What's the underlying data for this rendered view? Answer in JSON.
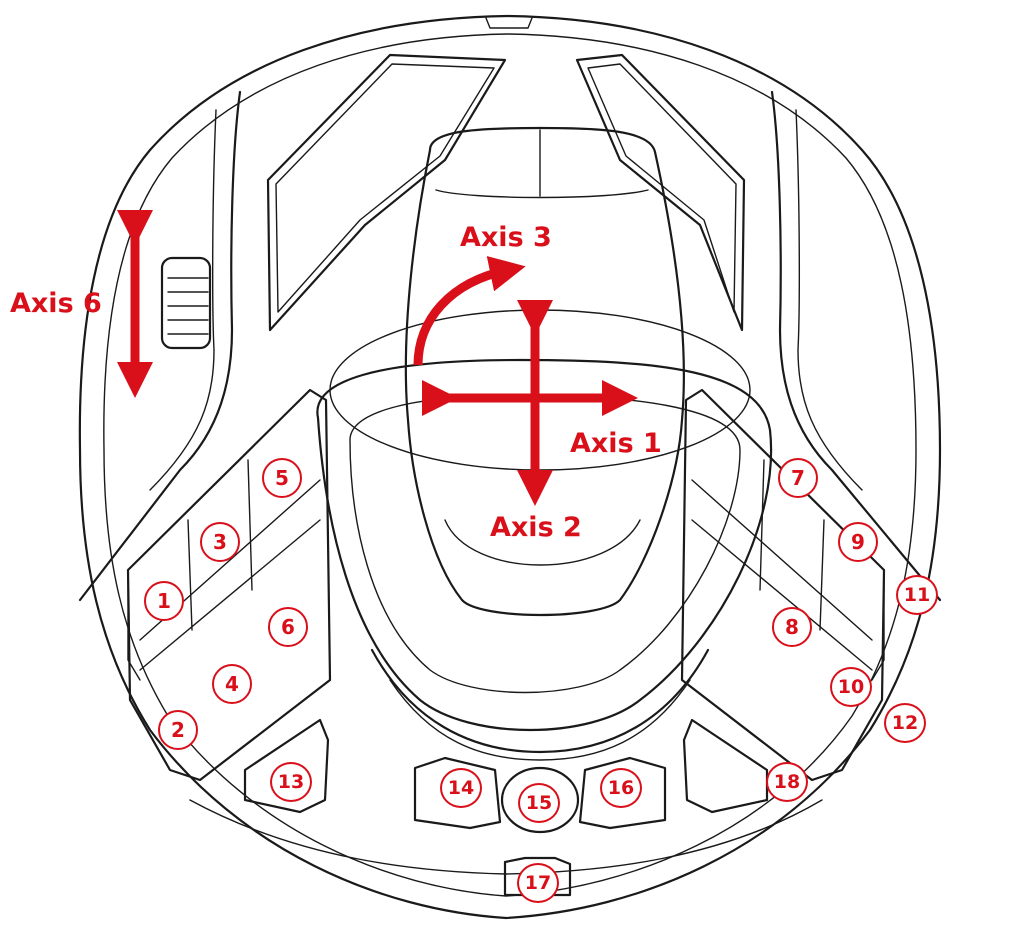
{
  "colors": {
    "accent": "#d90f1a",
    "outline": "#1a1a1a"
  },
  "axes": {
    "axis1": "Axis 1",
    "axis2": "Axis 2",
    "axis3": "Axis 3",
    "axis6": "Axis 6"
  },
  "buttons": [
    "1",
    "2",
    "3",
    "4",
    "5",
    "6",
    "7",
    "8",
    "9",
    "10",
    "11",
    "12",
    "13",
    "14",
    "15",
    "16",
    "17",
    "18"
  ]
}
